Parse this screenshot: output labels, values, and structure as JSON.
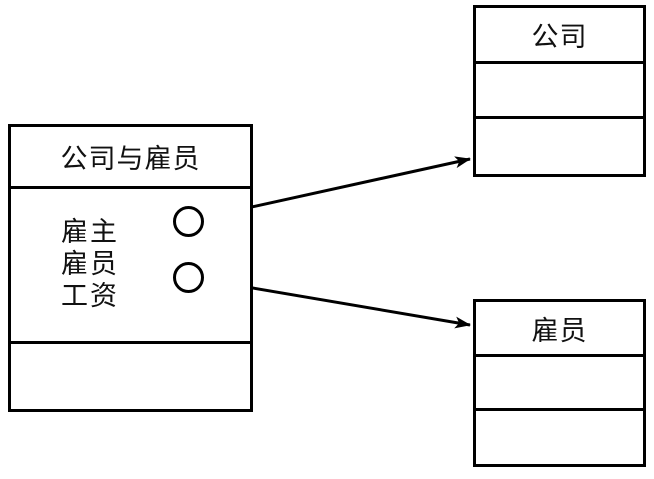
{
  "diagram": {
    "kind": "uml-class-diagram",
    "background_color": "#ffffff",
    "line_color": "#000000",
    "boxes": [
      {
        "id": "company-employee",
        "title": "公司与雇员",
        "attributes": [
          "雇主",
          "雇员",
          "工资"
        ],
        "methods": []
      },
      {
        "id": "company",
        "title": "公司",
        "attributes": [],
        "methods": []
      },
      {
        "id": "employee",
        "title": "雇员",
        "attributes": [],
        "methods": []
      }
    ],
    "association_ends": [
      {
        "id": "employer-end",
        "label": "",
        "target": "company"
      },
      {
        "id": "employee-end",
        "label": "",
        "target": "employee"
      }
    ],
    "connectors": [
      {
        "id": "connector-to-company",
        "from": "employer-end",
        "to": "company",
        "arrow": "open-filled"
      },
      {
        "id": "connector-to-employee",
        "from": "employee-end",
        "to": "employee",
        "arrow": "open-filled"
      }
    ]
  }
}
